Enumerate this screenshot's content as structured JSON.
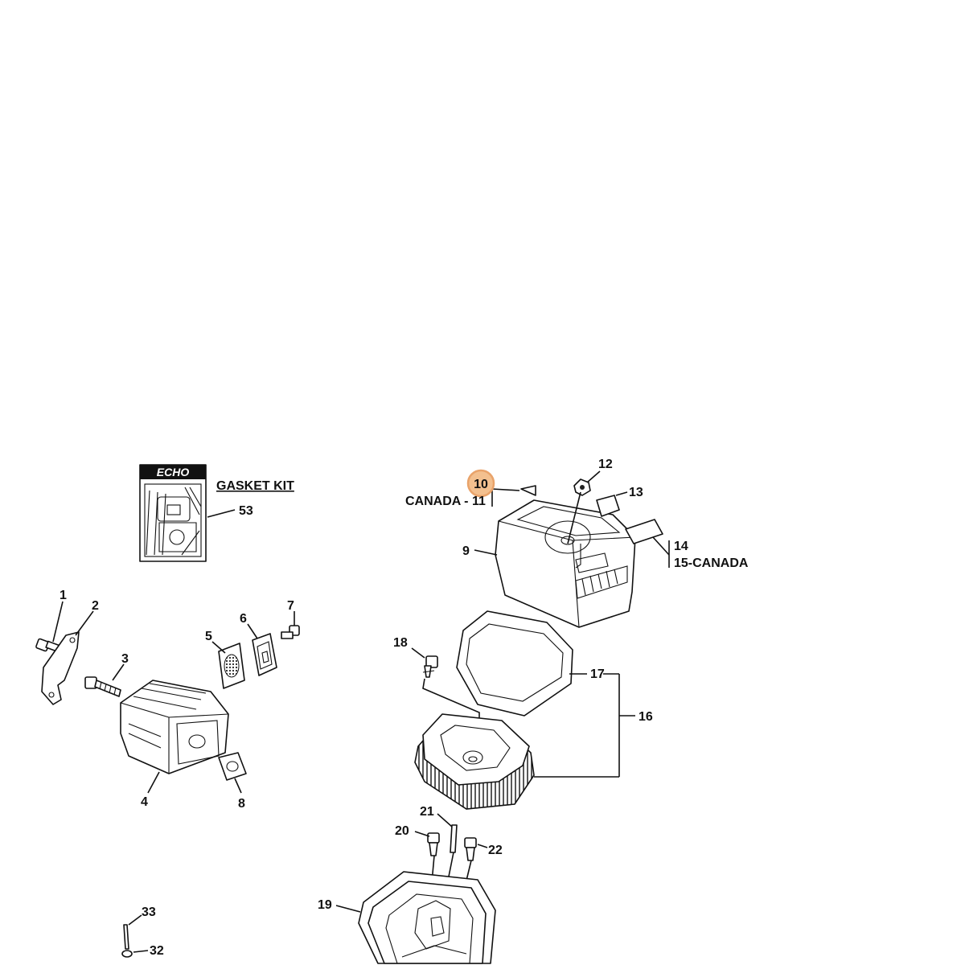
{
  "kit": {
    "brand": "ECHO",
    "title": "GASKET KIT",
    "part": "53"
  },
  "labels": {
    "p1": "1",
    "p2": "2",
    "p3": "3",
    "p4": "4",
    "p5": "5",
    "p6": "6",
    "p7": "7",
    "p8": "8",
    "p9": "9",
    "p10": "10",
    "p11": "CANADA - 11",
    "p12": "12",
    "p13": "13",
    "p14": "14",
    "p15": "15-CANADA",
    "p16": "16",
    "p17": "17",
    "p18": "18",
    "p19": "19",
    "p20": "20",
    "p21": "21",
    "p22": "22",
    "p32": "32",
    "p33": "33"
  },
  "highlight": {
    "part": "10",
    "color": "#e9a36a",
    "fill": "#f3c08f"
  }
}
